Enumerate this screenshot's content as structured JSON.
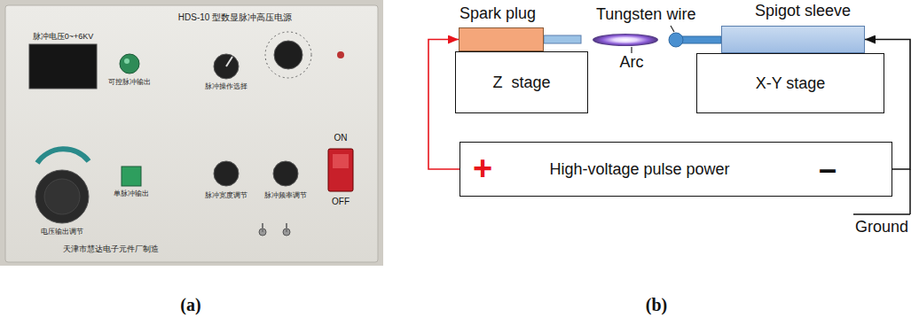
{
  "diagram": {
    "nodes": [
      {
        "text": [
          "Spark plug"
        ]
      },
      {
        "text": [
          "Spigot sleeve"
        ]
      },
      {
        "text": [
          "Z  stage"
        ]
      },
      {
        "text": [
          "X-Y stage"
        ]
      },
      {
        "text": [
          "+",
          "High-voltage pulse power",
          "–"
        ]
      }
    ],
    "edges": [
      {
        "from": 4,
        "to": 0,
        "arrow": "to"
      },
      {
        "from": 4,
        "to": 1,
        "arrow": "to"
      }
    ],
    "labels": [
      "HDS-10 型数显脉冲高压电源",
      "脉冲电压0~+6KV",
      "可控脉冲输出",
      "脉冲操作选择",
      "单脉冲输出",
      "电压输出调节",
      "脉冲宽度调节",
      "脉冲频率调节",
      "ON",
      "OFF",
      "天津市慧达电子元件厂制造",
      "(a)",
      "Tungsten wire",
      "Arc",
      "Ground",
      "(b)"
    ]
  }
}
